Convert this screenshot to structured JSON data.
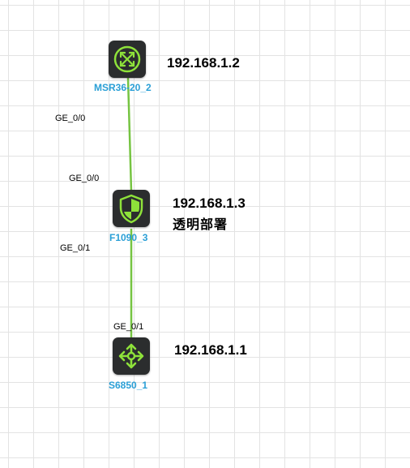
{
  "colors": {
    "link": "#76c442",
    "icon_bg": "#2b2d2e",
    "icon_accent": "#8ee23a",
    "device_name": "#2a9fd6"
  },
  "devices": {
    "router": {
      "name": "MSR36-20_2",
      "ip": "192.168.1.2",
      "icon": "router-icon"
    },
    "firewall": {
      "name": "F1090_3",
      "ip": "192.168.1.3",
      "note": "透明部署",
      "icon": "firewall-shield-icon"
    },
    "switch": {
      "name": "S6850_1",
      "ip": "192.168.1.1",
      "icon": "switch-arrows-icon"
    }
  },
  "ports": {
    "router_port": "GE_0/0",
    "firewall_upper_port": "GE_0/0",
    "firewall_lower_port": "GE_0/1",
    "switch_port": "GE_0/1"
  }
}
